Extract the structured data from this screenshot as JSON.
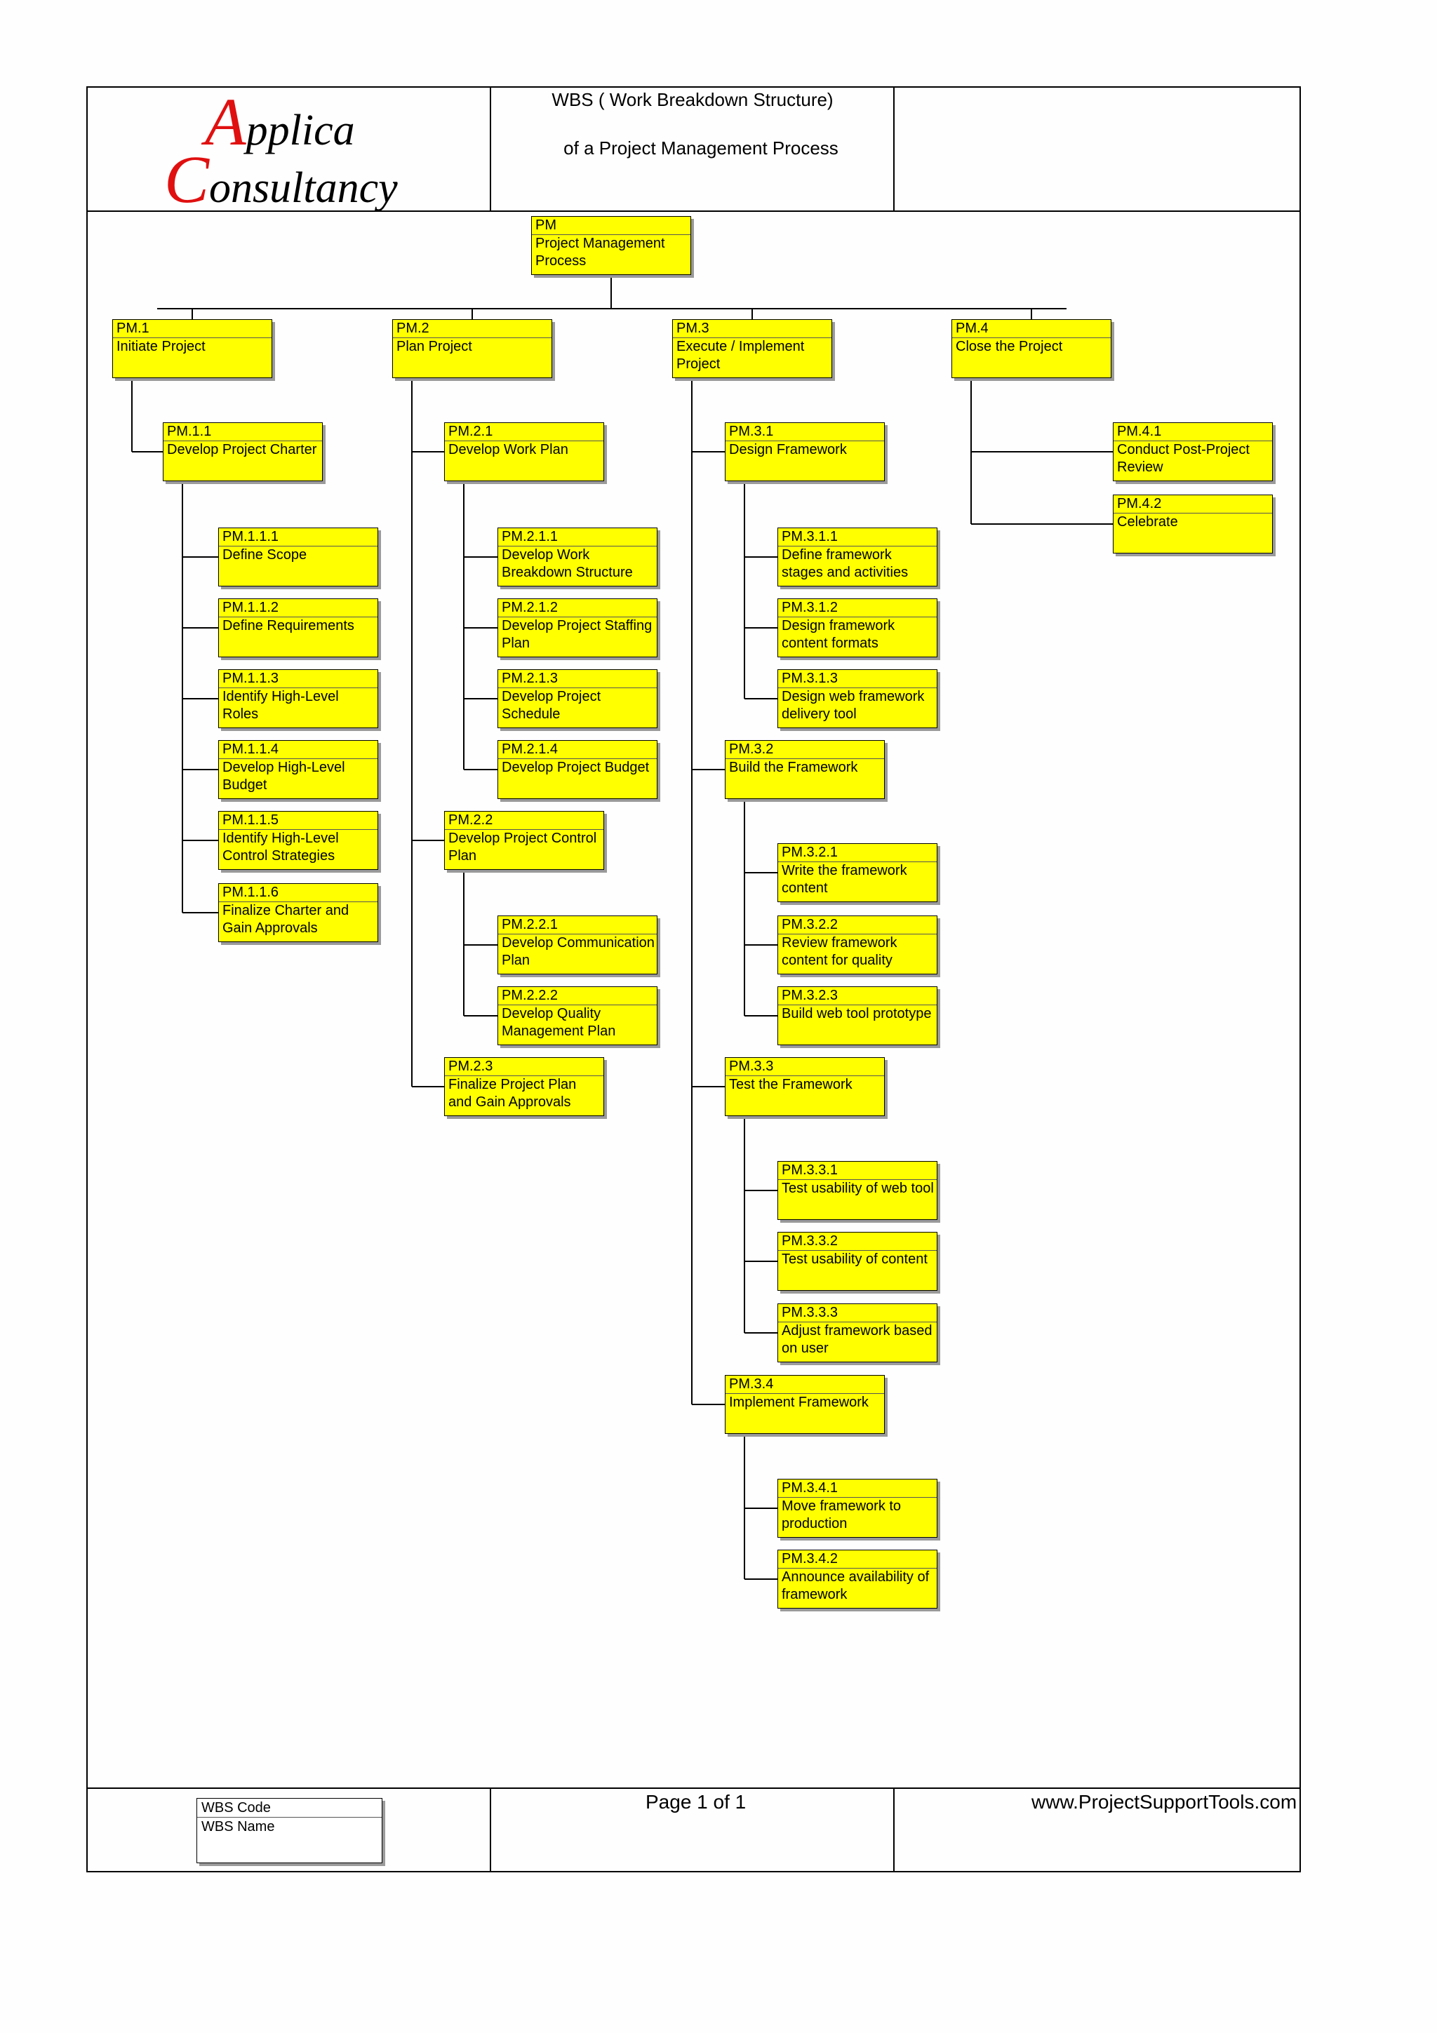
{
  "header": {
    "logo_line1_cap": "A",
    "logo_line1_rest": "pplica",
    "logo_line2_cap": "C",
    "logo_line2_rest": "onsultancy",
    "title_line1": "WBS ( Work Breakdown Structure)",
    "title_line2": "of a Project Management Process"
  },
  "colors": {
    "box_fill": "#ffff00",
    "logo_accent": "#e01010",
    "line": "#000000"
  },
  "tree": {
    "code": "PM",
    "name": "Project Management Process",
    "children": [
      {
        "code": "PM.1",
        "name": "Initiate Project",
        "children": [
          {
            "code": "PM.1.1",
            "name": "Develop Project Charter",
            "children": [
              {
                "code": "PM.1.1.1",
                "name": "Define Scope"
              },
              {
                "code": "PM.1.1.2",
                "name": "Define Requirements"
              },
              {
                "code": "PM.1.1.3",
                "name": "Identify High-Level Roles"
              },
              {
                "code": "PM.1.1.4",
                "name": "Develop High-Level Budget"
              },
              {
                "code": "PM.1.1.5",
                "name": "Identify High-Level Control Strategies"
              },
              {
                "code": "PM.1.1.6",
                "name": "Finalize Charter and Gain Approvals"
              }
            ]
          }
        ]
      },
      {
        "code": "PM.2",
        "name": "Plan Project",
        "children": [
          {
            "code": "PM.2.1",
            "name": "Develop Work Plan",
            "children": [
              {
                "code": "PM.2.1.1",
                "name": "Develop Work Breakdown Structure"
              },
              {
                "code": "PM.2.1.2",
                "name": "Develop Project Staffing Plan"
              },
              {
                "code": "PM.2.1.3",
                "name": "Develop Project Schedule"
              },
              {
                "code": "PM.2.1.4",
                "name": "Develop Project Budget"
              }
            ]
          },
          {
            "code": "PM.2.2",
            "name": "Develop Project Control Plan",
            "children": [
              {
                "code": "PM.2.2.1",
                "name": "Develop Communication Plan"
              },
              {
                "code": "PM.2.2.2",
                "name": "Develop Quality Management Plan"
              }
            ]
          },
          {
            "code": "PM.2.3",
            "name": "Finalize Project Plan and Gain Approvals"
          }
        ]
      },
      {
        "code": "PM.3",
        "name": "Execute / Implement Project",
        "children": [
          {
            "code": "PM.3.1",
            "name": "Design Framework",
            "children": [
              {
                "code": "PM.3.1.1",
                "name": "Define framework stages and activities"
              },
              {
                "code": "PM.3.1.2",
                "name": "Design framework content formats"
              },
              {
                "code": "PM.3.1.3",
                "name": "Design web framework delivery tool"
              }
            ]
          },
          {
            "code": "PM.3.2",
            "name": "Build the Framework",
            "children": [
              {
                "code": "PM.3.2.1",
                "name": "Write the framework content"
              },
              {
                "code": "PM.3.2.2",
                "name": "Review framework content for quality"
              },
              {
                "code": "PM.3.2.3",
                "name": "Build web tool prototype"
              }
            ]
          },
          {
            "code": "PM.3.3",
            "name": "Test the Framework",
            "children": [
              {
                "code": "PM.3.3.1",
                "name": "Test usability of web tool"
              },
              {
                "code": "PM.3.3.2",
                "name": "Test usability of content"
              },
              {
                "code": "PM.3.3.3",
                "name": "Adjust framework based on user"
              }
            ]
          },
          {
            "code": "PM.3.4",
            "name": "Implement Framework",
            "children": [
              {
                "code": "PM.3.4.1",
                "name": "Move framework to production"
              },
              {
                "code": "PM.3.4.2",
                "name": "Announce availability of framework"
              }
            ]
          }
        ]
      },
      {
        "code": "PM.4",
        "name": "Close the Project",
        "children": [
          {
            "code": "PM.4.1",
            "name": "Conduct Post-Project Review"
          },
          {
            "code": "PM.4.2",
            "name": "Celebrate"
          }
        ]
      }
    ]
  },
  "footer": {
    "legend_code": "WBS Code",
    "legend_name": "WBS Name",
    "page": "Page 1 of 1",
    "website": "www.ProjectSupportTools.com"
  }
}
